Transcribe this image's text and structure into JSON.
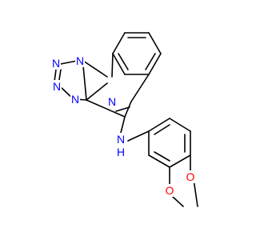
{
  "molecule": {
    "atoms": {
      "n1": {
        "label": "N",
        "color": "#0000FF"
      },
      "n2": {
        "label": "N",
        "color": "#0000FF"
      },
      "n3": {
        "label": "N",
        "color": "#0000FF"
      },
      "n4": {
        "label": "N",
        "color": "#0000FF"
      },
      "n5": {
        "label": "N",
        "color": "#0000FF"
      },
      "nh": {
        "label": "N",
        "color": "#0000FF"
      },
      "h": {
        "label": "H",
        "color": "#0000FF"
      },
      "o1": {
        "label": "O",
        "color": "#FF0000"
      },
      "o2": {
        "label": "O",
        "color": "#FF0000"
      }
    }
  }
}
